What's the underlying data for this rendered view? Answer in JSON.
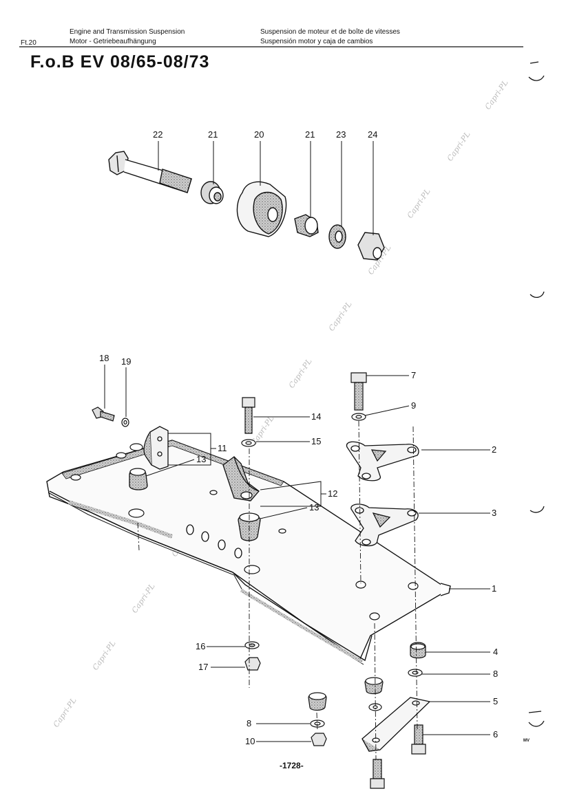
{
  "header": {
    "code": "Ft.20",
    "en": "Engine and Transmission Suspension",
    "de": "Motor - Getriebeaufhängung",
    "fr": "Suspension de moteur et de boîte de vitesses",
    "es": "Suspensión motor y caja de cambios"
  },
  "title": "F.o.B EV 08/65-08/73",
  "callouts": {
    "c22": "22",
    "c21a": "21",
    "c20": "20",
    "c21b": "21",
    "c23": "23",
    "c24": "24",
    "c18": "18",
    "c19": "19",
    "c7": "7",
    "c9": "9",
    "c14": "14",
    "c15": "15",
    "c11": "11",
    "c13a": "13",
    "c2": "2",
    "c12": "12",
    "c13b": "13",
    "c3": "3",
    "c1": "1",
    "c16": "16",
    "c4": "4",
    "c17": "17",
    "c8a": "8",
    "c5": "5",
    "c8b": "8",
    "c6": "6",
    "c10": "10"
  },
  "page_number": "-1728-",
  "initials": "MV",
  "watermark": "Capri-PL"
}
